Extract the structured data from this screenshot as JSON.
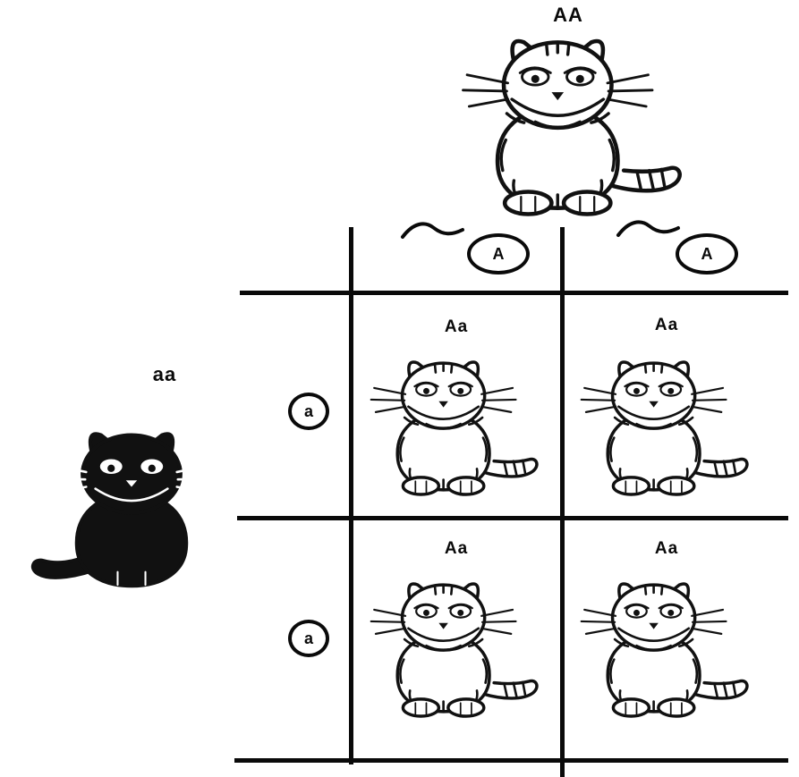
{
  "diagram": {
    "type": "punnett-square",
    "colors": {
      "ink": "#0a0a0a",
      "paper": "#ffffff"
    },
    "parent_top": {
      "genotype": "AA",
      "phenotype_icon": "tabby-cat-icon"
    },
    "parent_left": {
      "genotype": "aa",
      "phenotype_icon": "black-cat-icon"
    },
    "gametes_top": [
      "A",
      "A"
    ],
    "gametes_left": [
      "a",
      "a"
    ],
    "cells": [
      {
        "genotype": "Aa",
        "phenotype_icon": "tabby-cat-icon"
      },
      {
        "genotype": "Aa",
        "phenotype_icon": "tabby-cat-icon"
      },
      {
        "genotype": "Aa",
        "phenotype_icon": "tabby-cat-icon"
      },
      {
        "genotype": "Aa",
        "phenotype_icon": "tabby-cat-icon"
      }
    ]
  }
}
